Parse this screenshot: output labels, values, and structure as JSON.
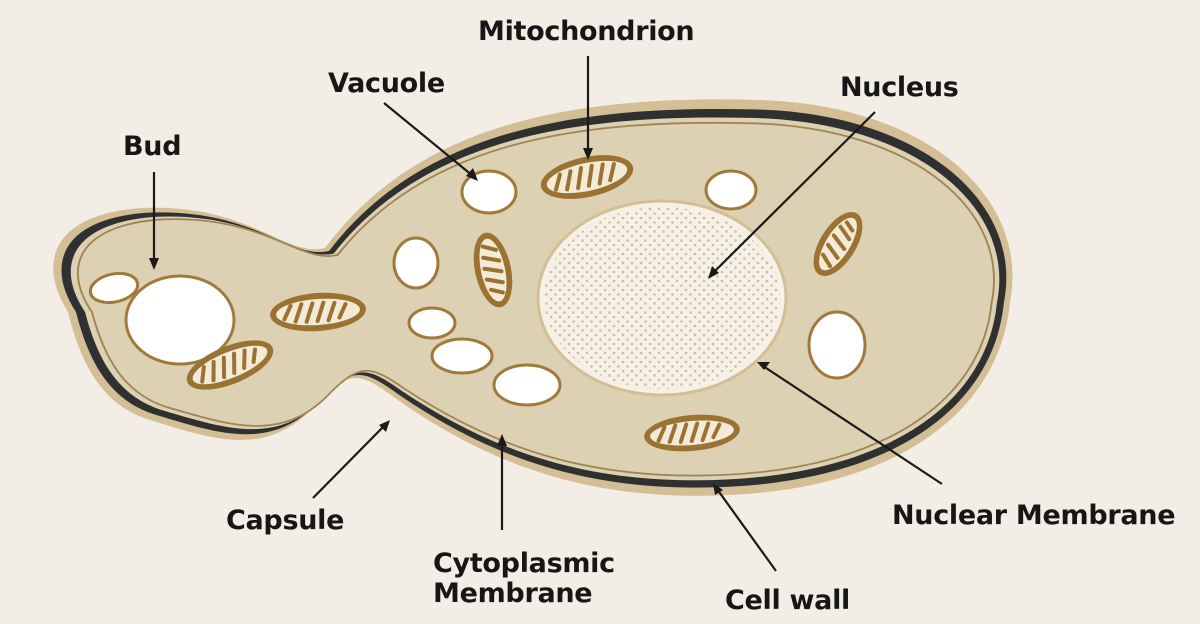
{
  "labels": {
    "mitochondrion": "Mitochondrion",
    "vacuole": "Vacuole",
    "nucleus": "Nucleus",
    "bud": "Bud",
    "capsule": "Capsule",
    "cytoplasmic_line1": "Cytoplasmic",
    "cytoplasmic_line2": "Membrane",
    "nuclear_membrane": "Nuclear Membrane",
    "cell_wall": "Cell wall"
  },
  "colors": {
    "background": "#f2eee6",
    "capsule": "#d4be96",
    "cell_wall": "#2f3030",
    "cytoplasm": "#ddd1b4",
    "membrane_line": "#a08552",
    "mitochondrion_fill": "#9a7333",
    "vacuole_fill": "#ffffff",
    "nucleus_fill": "#f6f1e6",
    "nucleus_dots": "#cdbd9d",
    "label_text": "#161616",
    "pointer_line": "#1a1a1a"
  }
}
